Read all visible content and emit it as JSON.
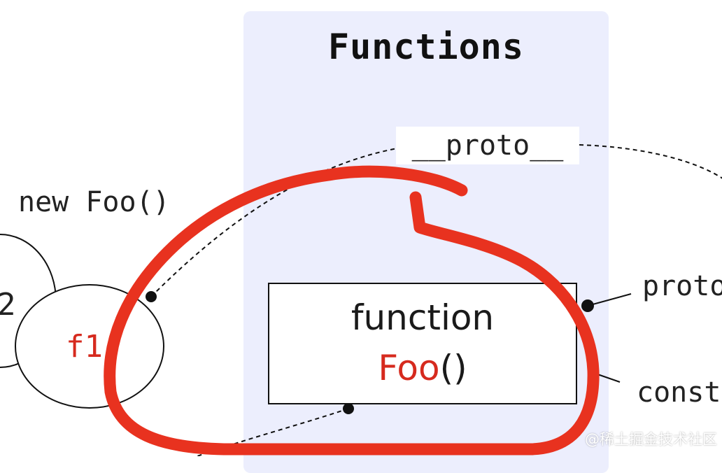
{
  "panel": {
    "title": "Functions"
  },
  "proto_label": "__proto__",
  "function_box": {
    "keyword": "function",
    "name": "Foo",
    "parens": "()"
  },
  "left": {
    "new_foo": "new Foo()",
    "f1": "f1",
    "partial_char": "2"
  },
  "right": {
    "proto": "proto",
    "const": "const"
  },
  "watermark": "@稀土掘金技术社区",
  "colors": {
    "panel_bg": "#eceefd",
    "accent_red": "#d62a1e",
    "annotation": "#e8321f"
  }
}
